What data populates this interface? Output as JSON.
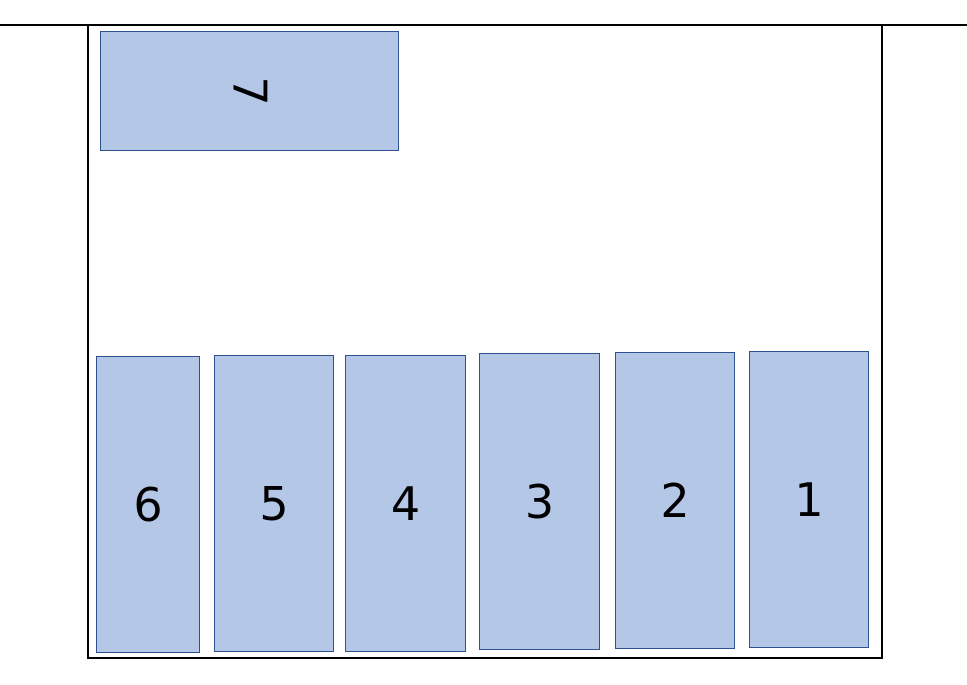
{
  "diagram": {
    "colors": {
      "box_fill": "#b4c7e7",
      "box_border": "#2f528f",
      "room_border": "#000000"
    },
    "boxes": [
      {
        "id": "box-7",
        "label": "7",
        "orientation": "rotated"
      },
      {
        "id": "box-6",
        "label": "6"
      },
      {
        "id": "box-5",
        "label": "5"
      },
      {
        "id": "box-4",
        "label": "4"
      },
      {
        "id": "box-3",
        "label": "3"
      },
      {
        "id": "box-2",
        "label": "2"
      },
      {
        "id": "box-1",
        "label": "1"
      }
    ]
  }
}
